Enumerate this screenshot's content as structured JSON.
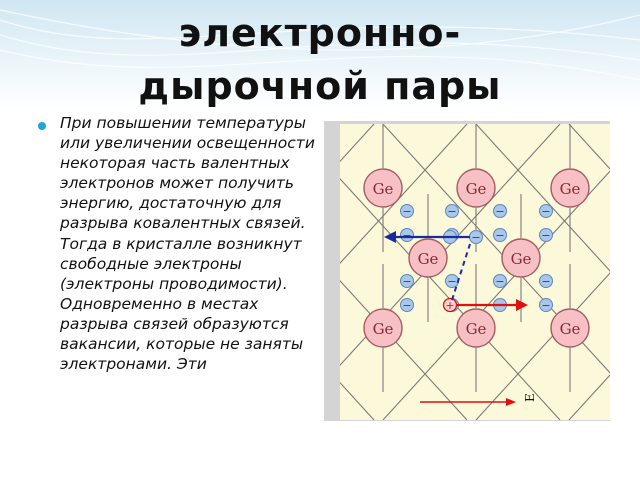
{
  "slide": {
    "title_line1": "электронно-",
    "title_line2": "дырочной пары",
    "body": "При повышении температуры или увеличении освещенности некоторая часть валентных электронов может получить энергию, достаточную для разрыва ковалентных связей. Тогда в кристалле возникнут свободные электроны (электроны проводимости). Одновременно в местах разрыва связей образуются вакансии, которые не заняты электронами. Эти",
    "bullet_color": "#1ea5d6"
  },
  "figure": {
    "atom_label": "Ge",
    "electron_sign": "−",
    "hole_sign": "+",
    "field_label": "E",
    "colors": {
      "atom_fill": "#f7c0c4",
      "electron_fill": "#a9c7ea",
      "free_electron_arrow": "#1a2c9c",
      "hole_arrow": "#e01010",
      "bond_lines": "#7a7a7a",
      "background": "#fbf9da"
    }
  }
}
